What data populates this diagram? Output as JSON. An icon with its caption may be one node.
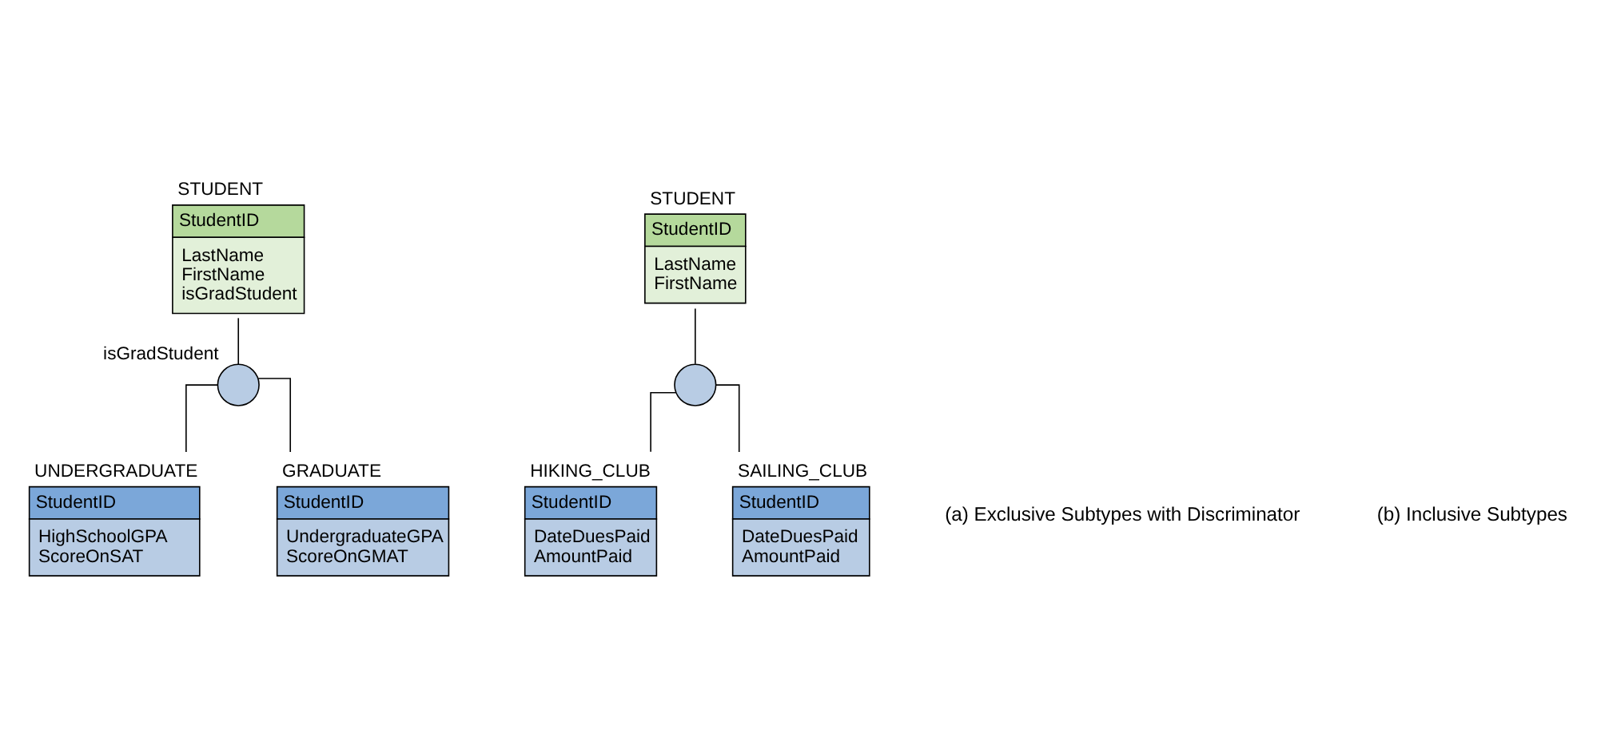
{
  "diagram": {
    "nodes": [
      {
        "text": [
          "STUDENT",
          "StudentID",
          "LastName FirstName isGradStudent"
        ]
      },
      {
        "text": [],
        "shape": "circle",
        "beside": [
          "isGradStudent"
        ]
      },
      {
        "text": [
          "UNDERGRADUATE",
          "StudentID",
          "HighSchoolGPA ScoreOnSAT"
        ]
      },
      {
        "text": [
          "GRADUATE",
          "StudentID",
          "UndergraduateGPA ScoreOnGMAT"
        ]
      },
      {
        "text": [
          "STUDENT",
          "StudentID",
          "LastName FirstName"
        ]
      },
      {
        "text": [],
        "shape": "circle"
      },
      {
        "text": [
          "HIKING_CLUB",
          "StudentID",
          "DateDuesPaid AmountPaid"
        ]
      },
      {
        "text": [
          "SAILING_CLUB",
          "StudentID",
          "DateDuesPaid AmountPaid"
        ]
      }
    ],
    "edges": [
      {
        "from": 0,
        "to": 1,
        "arrow": "none"
      },
      {
        "from": 1,
        "to": 2,
        "arrow": "none"
      },
      {
        "from": 1,
        "to": 3,
        "arrow": "none"
      },
      {
        "from": 4,
        "to": 5,
        "arrow": "none"
      },
      {
        "from": 5,
        "to": 6,
        "arrow": "none"
      },
      {
        "from": 5,
        "to": 7,
        "arrow": "none"
      }
    ],
    "labels": [
      "(a) Exclusive Subtypes with Discriminator",
      "(b) Inclusive Subtypes"
    ]
  }
}
